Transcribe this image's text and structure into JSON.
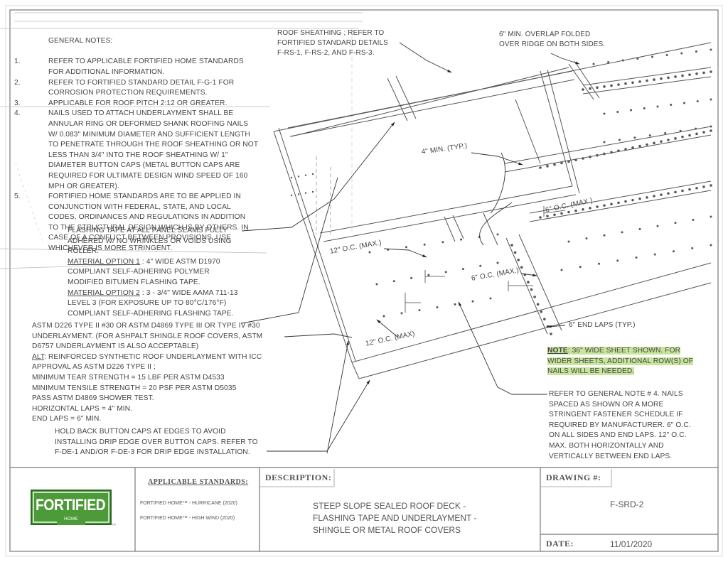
{
  "general_notes": {
    "heading": "GENERAL NOTES:",
    "items": [
      {
        "num": "1.",
        "lines": [
          "REFER TO APPLICABLE FORTIFIED HOME STANDARDS",
          "FOR ADDITIONAL INFORMATION."
        ]
      },
      {
        "num": "2.",
        "lines": [
          "REFER TO FORTIFIED STANDARD DETAIL F-G-1 FOR",
          "CORROSION PROTECTION REQUIREMENTS."
        ]
      },
      {
        "num": "3.",
        "lines": [
          "APPLICABLE FOR ROOF PITCH 2:12 OR GREATER."
        ]
      },
      {
        "num": "4.",
        "lines": [
          "NAILS USED TO ATTACH UNDERLAYMENT SHALL BE",
          "ANNULAR RING OR DEFORMED SHANK ROOFING NAILS",
          "W/ 0.083\" MINIMUM DIAMETER AND SUFFICIENT LENGTH",
          "TO PENETRATE THROUGH THE ROOF SHEATHING OR NOT",
          "LESS THAN 3/4\" INTO THE ROOF SHEATHING W/ 1\"",
          "DIAMETER BUTTON CAPS (METAL BUTTON CAPS ARE",
          "REQUIRED FOR ULTIMATE DESIGN WIND SPEED OF 160",
          "MPH OR GREATER)."
        ]
      },
      {
        "num": "5.",
        "lines": [
          "FORTIFIED HOME STANDARDS ARE TO BE APPLIED IN",
          "CONJUNCTION WITH FEDERAL, STATE, AND LOCAL",
          "CODES, ORDINANCES AND REGULATIONS IN ADDITION",
          "TO THE STRUCTURAL DESIGN WHICH IS BY OTHERS. IN",
          "CASE OF A CONFLICT BETWEEN PROVISIONS, USE",
          "WHICHEVER IS MORE STRINGENT."
        ]
      }
    ]
  },
  "flashing_tape": {
    "lines": [
      "FLASHING TAPE AT ALL PANEL SEAMS FULLY",
      "ADHERED W/ NO WRINKLES OR VOIDS USING",
      "ROLLER."
    ],
    "option1_label": "MATERIAL OPTION 1",
    "option1_lines": [
      " : 4\" WIDE ASTM D1970",
      "COMPLIANT SELF-ADHERING POLYMER",
      "MODIFIED BITUMEN FLASHING TAPE."
    ],
    "option2_label": "MATERIAL OPTION 2",
    "option2_lines": [
      " : 3 - 3/4\" WIDE AAMA 711-13",
      "LEVEL 3 (FOR EXPOSURE UP TO 80°C/176°F)",
      "COMPLIANT SELF-ADHERING FLASHING TAPE."
    ]
  },
  "underlayment": {
    "lines": [
      "ASTM D226 TYPE II #30 OR ASTM D4869 TYPE III OR TYPE IV #30",
      "UNDERLAYMENT. (FOR ASHPALT SHINGLE ROOF COVERS, ASTM",
      "D6757 UNDERLAYMENT IS ALSO ACCEPTABLE)"
    ],
    "alt_label": "ALT",
    "alt_lines": [
      ": REINFORCED SYNTHETIC ROOF UNDERLAYMENT WITH ICC",
      "APPROVAL AS ASTM D226 TYPE II ;",
      "MINIMUM TEAR STRENGTH = 15 LBF PER ASTM D4533",
      "MINIMUM TENSILE STRENGTH = 20 PSF PER ASTM D5035",
      "PASS ASTM D4869 SHOWER TEST.",
      "HORIZONTAL LAPS = 4\" MIN.",
      "END LAPS = 6\" MIN."
    ]
  },
  "hold_back": [
    "HOLD BACK BUTTON CAPS AT EDGES TO AVOID",
    "INSTALLING DRIP EDGE OVER BUTTON CAPS. REFER TO",
    "F-DE-1 AND/OR F-DE-3 FOR DRIP EDGE INSTALLATION."
  ],
  "roof_sheathing": [
    "ROOF SHEATHING ; REFER TO",
    "FORTIFIED STANDARD DETAILS",
    "F-RS-1, F-RS-2, AND F-RS-3."
  ],
  "overlap": [
    "6\" MIN. OVERLAP FOLDED",
    "OVER RIDGE ON BOTH SIDES."
  ],
  "dims": {
    "four_min": "4\" MIN. (TYP.)",
    "six_oc_top": "6\" O.C. (MAX.)",
    "twelve_oc_a": "12\" O.C. (MAX.)",
    "six_oc_mid": "6\" O.C. (MAX.)",
    "twelve_oc_b": "12\" O.C. (MAX)",
    "end_laps": "6\" END LAPS (TYP.)"
  },
  "note_box": {
    "label": "NOTE",
    "lines": [
      ": 36\" WIDE SHEET SHOWN. FOR",
      "WIDER SHEETS, ADDITIONAL ROW(S) OF",
      "NAILS WILL BE NEEDED."
    ],
    "highlight_color": "#c7e59b"
  },
  "refer_note": [
    "REFER TO GENERAL NOTE # 4. NAILS",
    "SPACED AS SHOWN OR A MORE",
    "STRINGENT FASTENER SCHEDULE IF",
    "REQUIRED BY MANUFACTURER. 6\" O.C.",
    "ON ALL SIDES AND END LAPS. 12\" O.C.",
    "MAX. BOTH HORIZONTALLY AND",
    "VERTICALLY BETWEEN END LAPS."
  ],
  "title_block": {
    "logo_text": "FORTIFIED",
    "logo_sub": "HOME",
    "logo_tm": "™",
    "logo_color": "#3f8a2e",
    "standards_title": "APPLICABLE STANDARDS:",
    "standards": [
      "FORTIFIED HOME™ - HURRICANE (2020)",
      "FORTIFIED HOME™ - HIGH WIND (2020)"
    ],
    "description_title": "DESCRIPTION:",
    "description": [
      "STEEP SLOPE SEALED ROOF DECK -",
      "FLASHING TAPE AND UNDERLAYMENT -",
      "SHINGLE OR METAL ROOF COVERS"
    ],
    "drawing_title": "DRAWING #:",
    "drawing_number": "F-SRD-2",
    "date_label": "DATE:",
    "date": "11/01/2020"
  }
}
